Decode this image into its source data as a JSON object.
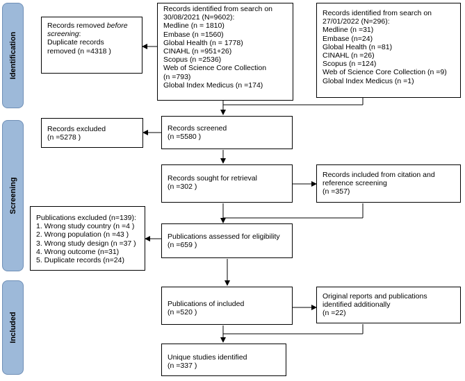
{
  "phases": {
    "identification": "Identification",
    "screening": "Screening",
    "included": "Included"
  },
  "boxes": {
    "search_2021": {
      "lines": [
        "Records identified from search on",
        "30/08/2021 (N=9602):",
        "Medline (n = 1810)",
        "Embase (n =1560)",
        "Global Health (n = 1778)",
        "CINAHL (n =951+26)",
        "Scopus (n =2536)",
        "Web of Science Core Collection",
        "(n =793)",
        "Global Index Medicus (n =174)"
      ]
    },
    "search_2022": {
      "lines": [
        "Records identified from search on",
        "27/01/2022 (N=296):",
        "Medline (n =31)",
        "Embase (n=24)",
        "Global Health (n =81)",
        "CINAHL (n =26)",
        "Scopus (n =124)",
        "Web of Science Core Collection (n =9)",
        "Global Index Medicus (n =1)"
      ]
    },
    "removed": {
      "title_prefix": "Records removed ",
      "title_emph": "before screening",
      "title_suffix": ":",
      "line2": "Duplicate records",
      "line3": "removed  (n =4318 )"
    },
    "screened": {
      "lines": [
        "Records screened",
        "(n =5580 )"
      ]
    },
    "excluded": {
      "lines": [
        "Records excluded",
        "(n =5278 )"
      ]
    },
    "retrieval": {
      "lines": [
        "Records sought for retrieval",
        "(n =302 )"
      ]
    },
    "citation": {
      "lines": [
        "Records included from citation and",
        "reference screening",
        "(n =357)"
      ]
    },
    "eligibility": {
      "lines": [
        "Publications assessed for eligibility",
        "(n =659 )"
      ]
    },
    "pubs_excluded": {
      "lines": [
        "Publications excluded (n=139):",
        "1. Wrong study country (n =4 )",
        "2. Wrong population (n =43 )",
        "3. Wrong study design (n =37 )",
        "4. Wrong outcome (n=31)",
        "5. Duplicate records (n=24)"
      ]
    },
    "included_pubs": {
      "lines": [
        "Publications of included",
        "(n =520 )"
      ]
    },
    "original_reports": {
      "lines": [
        "Original reports and publications",
        "identified additionally",
        "(n =22)"
      ]
    },
    "unique": {
      "lines": [
        "Unique studies identified",
        "(n =337 )"
      ]
    }
  }
}
